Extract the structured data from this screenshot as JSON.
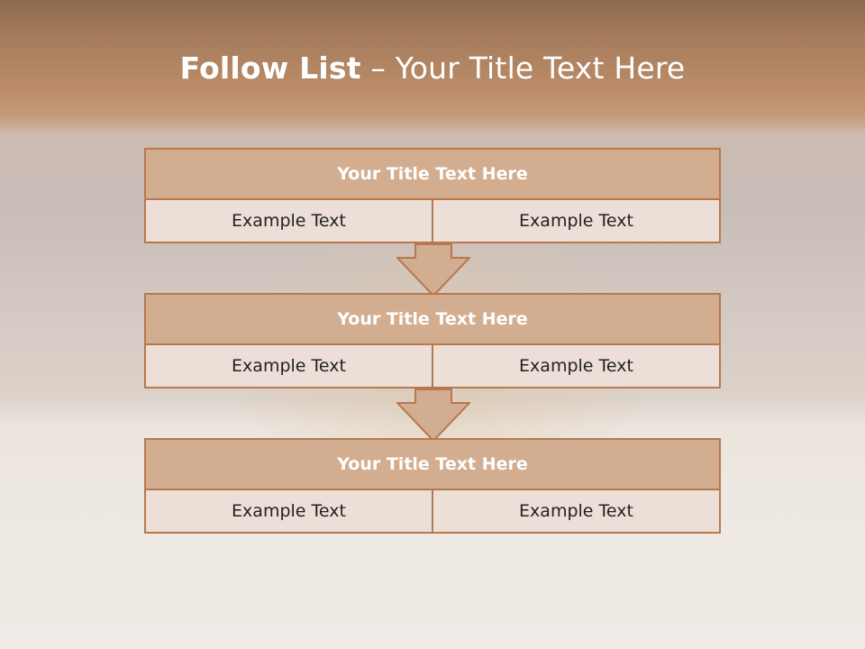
{
  "slide": {
    "title_bold": "Follow List",
    "title_separator": "–",
    "title_rest": "Your Title Text Here"
  },
  "steps": [
    {
      "title": "Your Title Text Here",
      "left": "Example Text",
      "right": "Example Text"
    },
    {
      "title": "Your Title Text Here",
      "left": "Example Text",
      "right": "Example Text"
    },
    {
      "title": "Your Title Text Here",
      "left": "Example Text",
      "right": "Example Text"
    }
  ],
  "icons": [
    "arrow-down-icon"
  ],
  "colors": {
    "header_fill": "#d3ad90",
    "cell_fill": "#ecdfd8",
    "border": "#b8784e",
    "title_text": "#ffffff"
  }
}
